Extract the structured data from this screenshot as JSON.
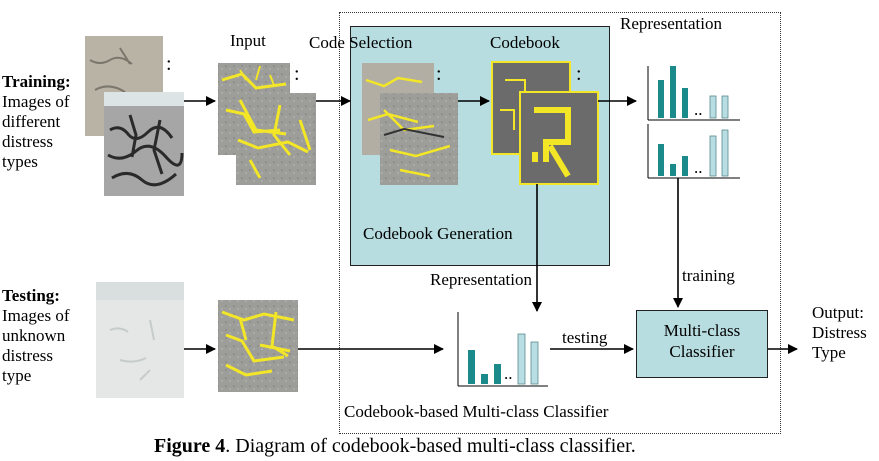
{
  "training": {
    "heading": "Training:",
    "lines": [
      "Images of",
      "different",
      "distress",
      "types"
    ]
  },
  "testing": {
    "heading": "Testing:",
    "lines": [
      "Images of",
      "unknown",
      "distress",
      "type"
    ]
  },
  "labels": {
    "input": "Input",
    "code_selection": "Code Selection",
    "codebook": "Codebook",
    "representation_top": "Representation",
    "codebook_generation": "Codebook Generation",
    "representation_mid": "Representation",
    "training": "training",
    "testing": "testing",
    "classifier": [
      "Multi-class",
      "Classifier"
    ],
    "output": [
      "Output:",
      "Distress",
      "Type"
    ],
    "codebook_based": "Codebook-based Multi-class Classifier",
    "ellipsis": ".."
  },
  "caption": {
    "figure": "Figure 4",
    "text": ". Diagram of codebook-based multi-class classifier."
  },
  "colors": {
    "teal": "#1a8a8a",
    "light_teal": "#b8dde2",
    "panel": "#b7dde0",
    "crack_highlight": "#f2e627",
    "codebook_bg": "#6b6b6b"
  }
}
